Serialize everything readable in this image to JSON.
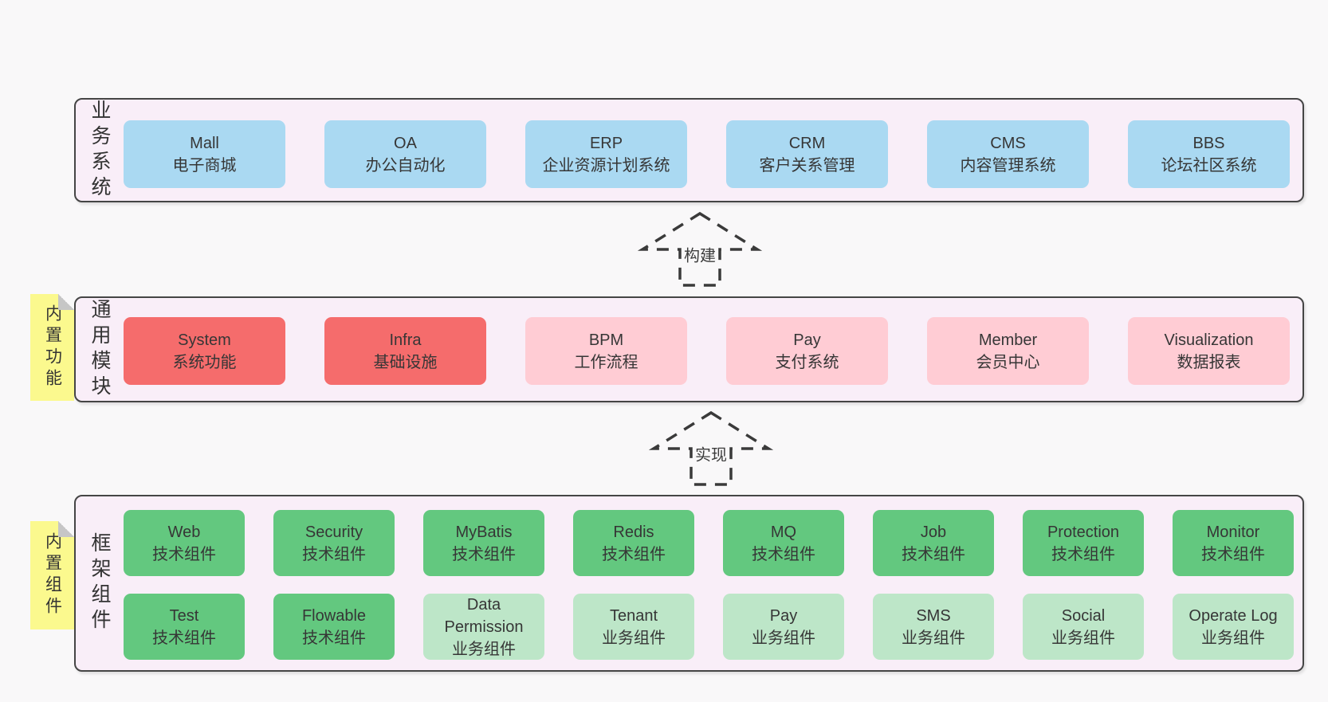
{
  "diagram": {
    "layers": [
      {
        "label": "业务系统",
        "boxes": [
          {
            "en": "Mall",
            "zh": "电子商城",
            "type": "blue"
          },
          {
            "en": "OA",
            "zh": "办公自动化",
            "type": "blue"
          },
          {
            "en": "ERP",
            "zh": "企业资源计划系统",
            "type": "blue"
          },
          {
            "en": "CRM",
            "zh": "客户关系管理",
            "type": "blue"
          },
          {
            "en": "CMS",
            "zh": "内容管理系统",
            "type": "blue"
          },
          {
            "en": "BBS",
            "zh": "论坛社区系统",
            "type": "blue"
          }
        ]
      },
      {
        "label": "通用模块",
        "tag": "内置功能",
        "boxes": [
          {
            "en": "System",
            "zh": "系统功能",
            "type": "red"
          },
          {
            "en": "Infra",
            "zh": "基础设施",
            "type": "red"
          },
          {
            "en": "BPM",
            "zh": "工作流程",
            "type": "pink"
          },
          {
            "en": "Pay",
            "zh": "支付系统",
            "type": "pink"
          },
          {
            "en": "Member",
            "zh": "会员中心",
            "type": "pink"
          },
          {
            "en": "Visualization",
            "zh": "数据报表",
            "type": "pink"
          }
        ]
      },
      {
        "label": "框架组件",
        "tag": "内置组件",
        "rows": [
          {
            "boxes": [
              {
                "en": "Web",
                "zh": "技术组件",
                "type": "green"
              },
              {
                "en": "Security",
                "zh": "技术组件",
                "type": "green"
              },
              {
                "en": "MyBatis",
                "zh": "技术组件",
                "type": "green"
              },
              {
                "en": "Redis",
                "zh": "技术组件",
                "type": "green"
              },
              {
                "en": "MQ",
                "zh": "技术组件",
                "type": "green"
              },
              {
                "en": "Job",
                "zh": "技术组件",
                "type": "green"
              },
              {
                "en": "Protection",
                "zh": "技术组件",
                "type": "green"
              },
              {
                "en": "Monitor",
                "zh": "技术组件",
                "type": "green"
              }
            ]
          },
          {
            "boxes": [
              {
                "en": "Test",
                "zh": "技术组件",
                "type": "green"
              },
              {
                "en": "Flowable",
                "zh": "技术组件",
                "type": "green"
              },
              {
                "en": "Data Permission",
                "zh": "业务组件",
                "type": "lightgreen"
              },
              {
                "en": "Tenant",
                "zh": "业务组件",
                "type": "lightgreen"
              },
              {
                "en": "Pay",
                "zh": "业务组件",
                "type": "lightgreen"
              },
              {
                "en": "SMS",
                "zh": "业务组件",
                "type": "lightgreen"
              },
              {
                "en": "Social",
                "zh": "业务组件",
                "type": "lightgreen"
              },
              {
                "en": "Operate Log",
                "zh": "业务组件",
                "type": "lightgreen"
              }
            ]
          }
        ]
      }
    ],
    "arrows": [
      {
        "label": "构建"
      },
      {
        "label": "实现"
      }
    ],
    "colors": {
      "page_bg": "#f9f8f9",
      "layer_bg": "#f9eef8",
      "layer_border": "#454545",
      "business_box": "#aad9f2",
      "core_module_box": "#f56c6c",
      "optional_module_box": "#ffccd4",
      "tech_component_box": "#63c87f",
      "biz_component_box": "#bde6c8",
      "sticky_tag_bg": "#fbf98e",
      "arrow_stroke": "#3a3a3a"
    }
  }
}
